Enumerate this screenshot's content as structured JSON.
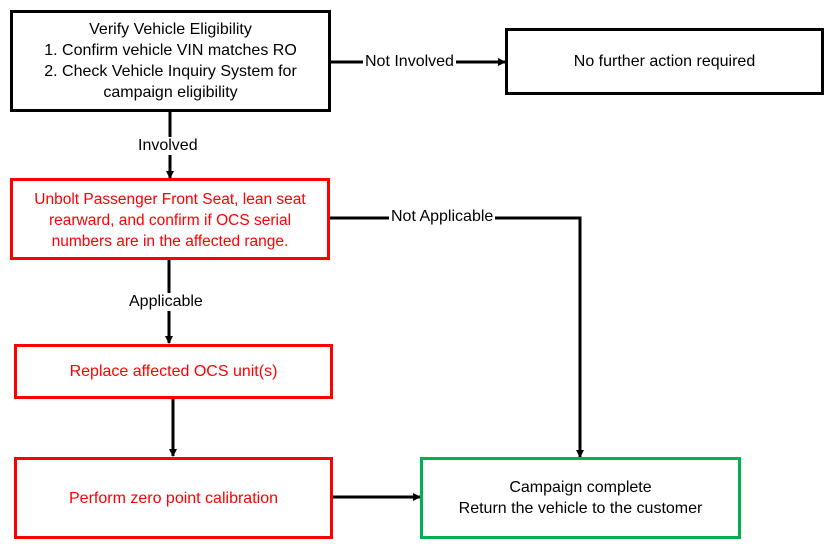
{
  "boxes": {
    "verify": {
      "title": "Verify Vehicle Eligibility",
      "step1": "1. Confirm vehicle VIN matches RO",
      "step2": "2. Check Vehicle Inquiry System for",
      "step2_cont": "campaign eligibility"
    },
    "no_action": {
      "text": "No further action required"
    },
    "unbolt": {
      "text": "Unbolt Passenger Front Seat, lean seat rearward, and confirm if OCS serial numbers are in the affected range."
    },
    "replace": {
      "text": "Replace affected OCS unit(s)"
    },
    "calibrate": {
      "text": "Perform zero point calibration"
    },
    "complete": {
      "line1": "Campaign complete",
      "line2": "Return the vehicle to the customer"
    }
  },
  "labels": {
    "not_involved": "Not Involved",
    "involved": "Involved",
    "not_applicable": "Not Applicable",
    "applicable": "Applicable"
  },
  "colors": {
    "black": "#000000",
    "red": "#ff0000",
    "green": "#00b050"
  }
}
